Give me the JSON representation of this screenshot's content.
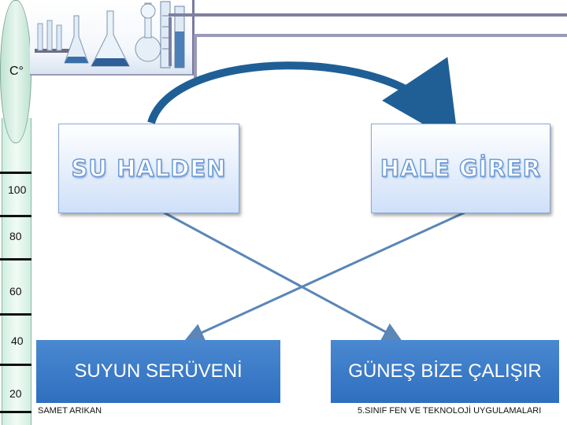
{
  "thermometer": {
    "unit": "C°",
    "scale": [
      "100",
      "80",
      "60",
      "40",
      "20"
    ]
  },
  "boxes": {
    "left": "SU HALDEN",
    "right": "HALE GİRER"
  },
  "bars": {
    "left": "SUYUN SERÜVENİ",
    "right": "GÜNEŞ BİZE ÇALIŞIR"
  },
  "footer": {
    "author": "SAMET ARIKAN",
    "course": "5.SINIF FEN VE TEKNOLOJİ UYGULAMALARI"
  },
  "colors": {
    "accent": "#2f6fbf",
    "arrow": "#5a86b8",
    "curve_arrow": "#1f5f96"
  }
}
